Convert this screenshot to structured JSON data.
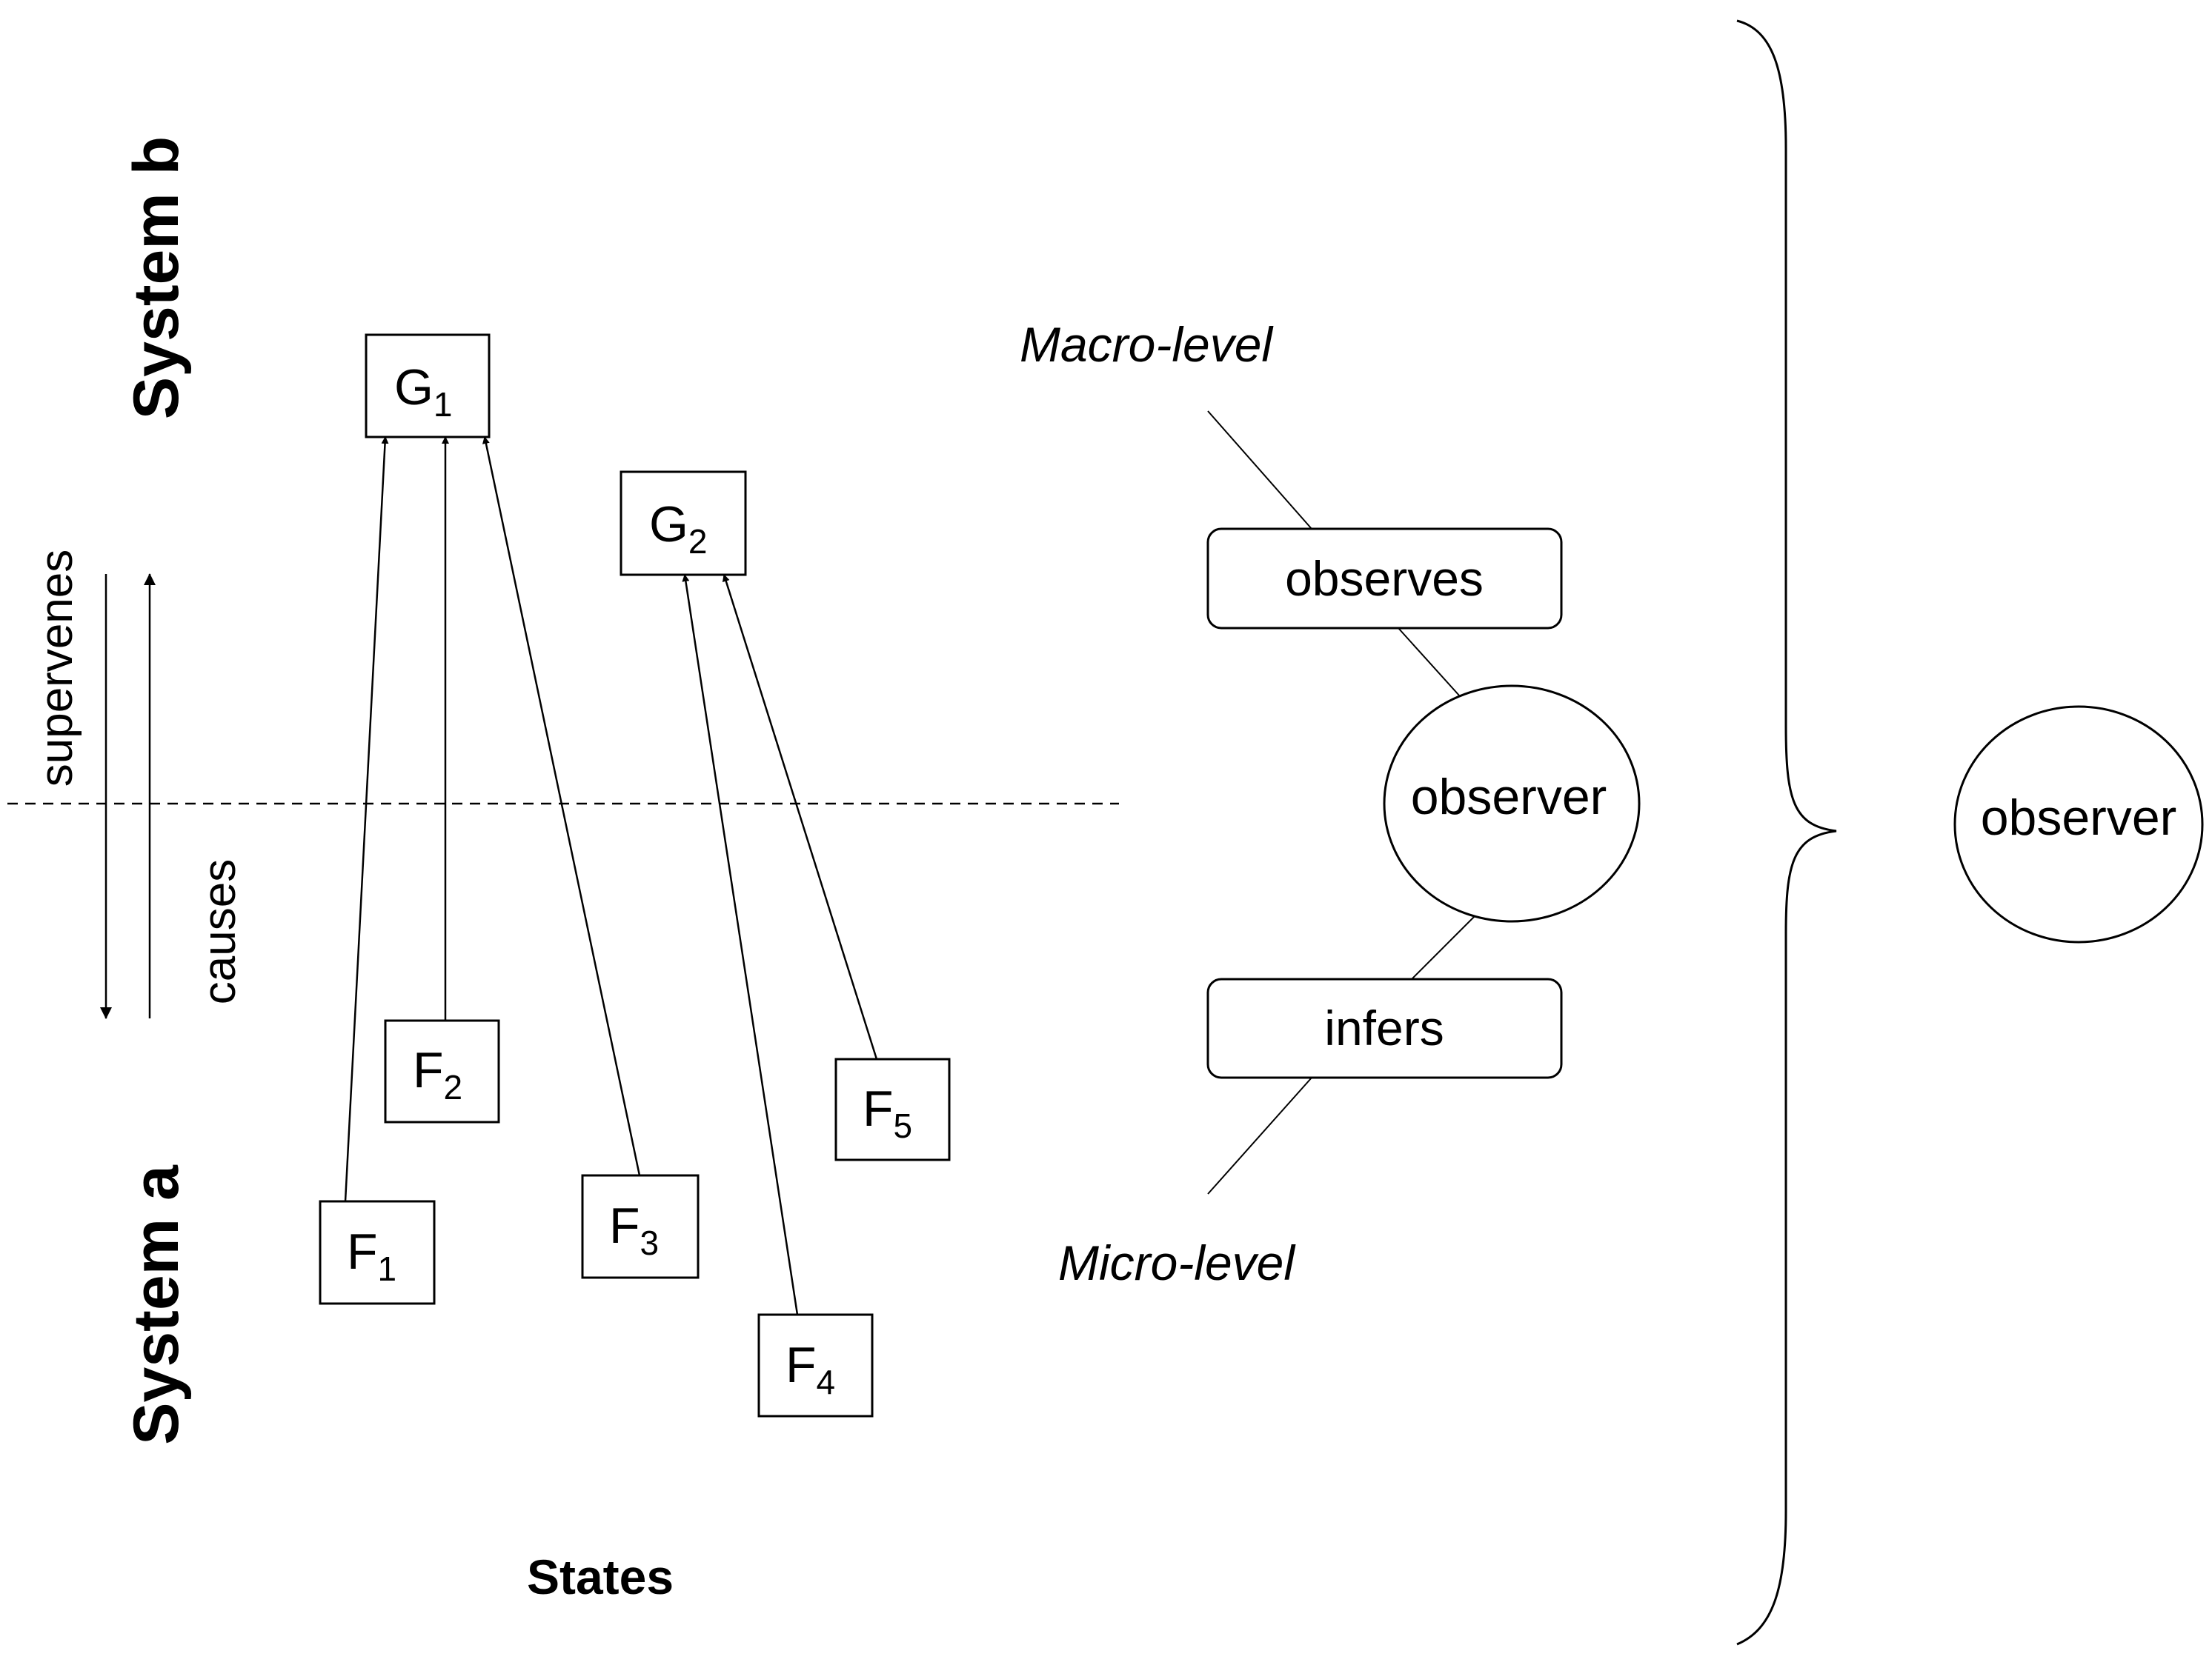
{
  "system_labels": {
    "upper": "System b",
    "lower": "System a"
  },
  "relation_labels": {
    "supervenes": "supervenes",
    "causes": "causes"
  },
  "states_label": "States",
  "upper_states": [
    {
      "base": "G",
      "sub": "1"
    },
    {
      "base": "G",
      "sub": "2"
    }
  ],
  "lower_states": [
    {
      "base": "F",
      "sub": "1"
    },
    {
      "base": "F",
      "sub": "2"
    },
    {
      "base": "F",
      "sub": "3"
    },
    {
      "base": "F",
      "sub": "4"
    },
    {
      "base": "F",
      "sub": "5"
    }
  ],
  "levels": {
    "macro": "Macro-level",
    "micro": "Micro-level"
  },
  "observer_links": {
    "observes": "observes",
    "infers": "infers"
  },
  "observer_inner": "observer",
  "observer_outer": "observer",
  "colors": {
    "ink": "#000000",
    "background": "#ffffff"
  }
}
